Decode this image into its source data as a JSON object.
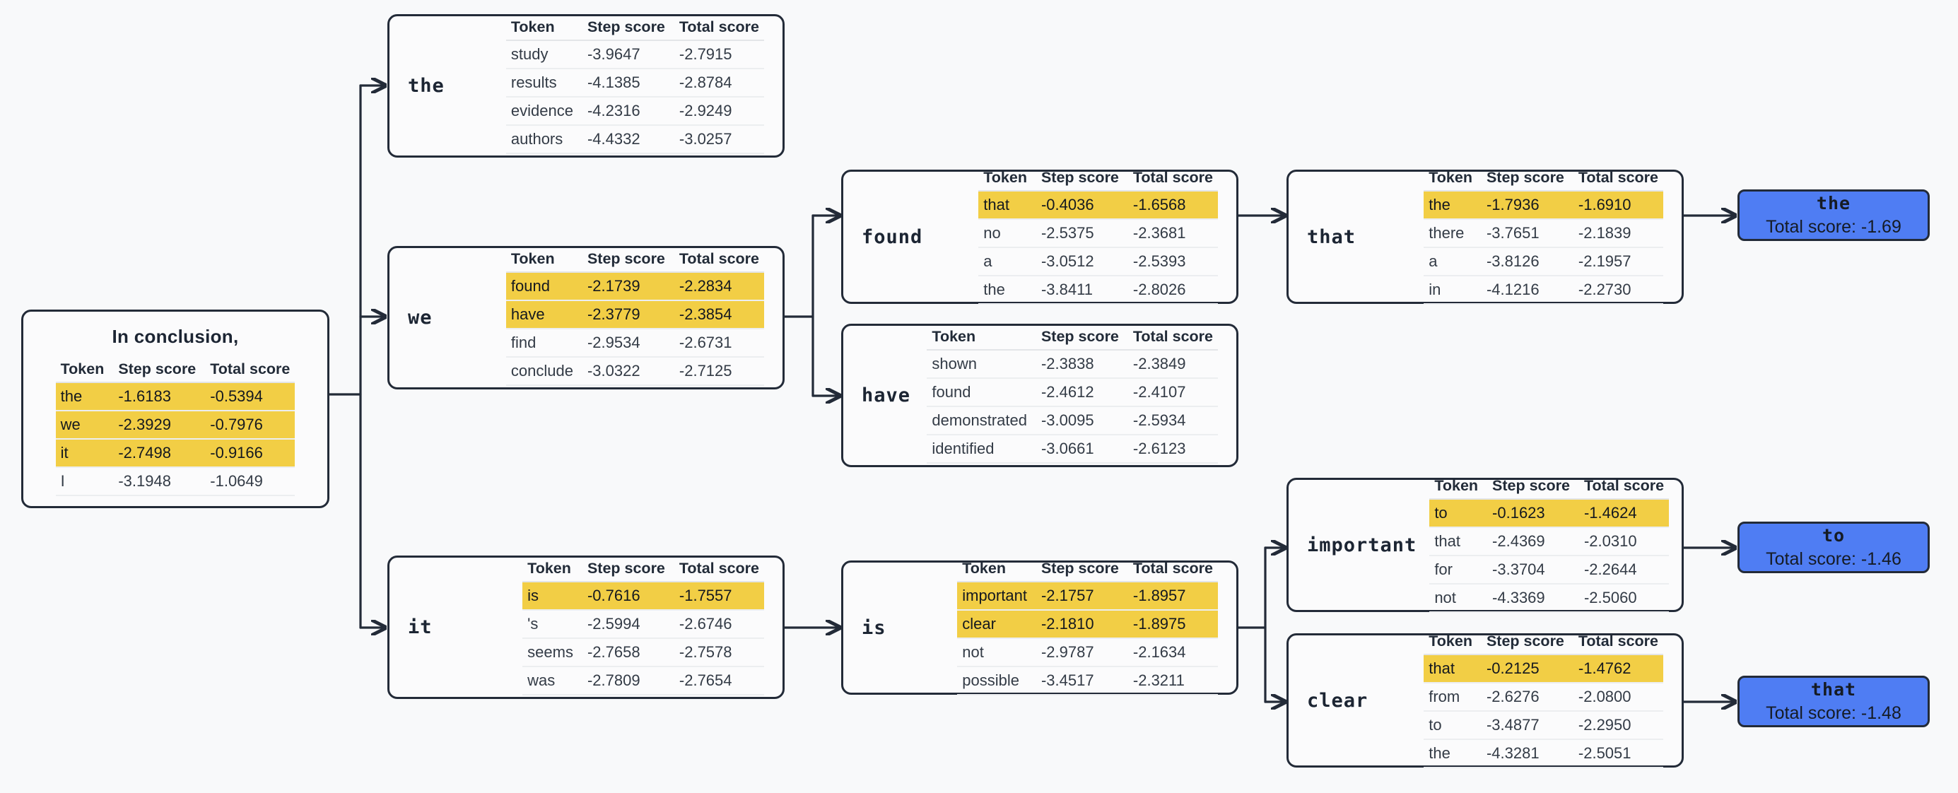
{
  "theme": {
    "background": "#f8f9fa",
    "node_bg": "#fbfbfc",
    "node_border": "#232b38",
    "highlight": "#f2ce45",
    "result_bg": "#4f7df3",
    "edge_color": "#232b38",
    "text": "#2b3440"
  },
  "columns": {
    "token": "Token",
    "step_score": "Step score",
    "total_score": "Total score"
  },
  "root": {
    "title": "In conclusion,",
    "rows": [
      {
        "token": "the",
        "step": "-1.6183",
        "total": "-0.5394",
        "highlight": true
      },
      {
        "token": "we",
        "step": "-2.3929",
        "total": "-0.7976",
        "highlight": true
      },
      {
        "token": "it",
        "step": "-2.7498",
        "total": "-0.9166",
        "highlight": true
      },
      {
        "token": "I",
        "step": "-3.1948",
        "total": "-1.0649",
        "highlight": false
      }
    ]
  },
  "nodes": [
    {
      "id": "the",
      "label": "the",
      "rows": [
        {
          "token": "study",
          "step": "-3.9647",
          "total": "-2.7915",
          "highlight": false
        },
        {
          "token": "results",
          "step": "-4.1385",
          "total": "-2.8784",
          "highlight": false
        },
        {
          "token": "evidence",
          "step": "-4.2316",
          "total": "-2.9249",
          "highlight": false
        },
        {
          "token": "authors",
          "step": "-4.4332",
          "total": "-3.0257",
          "highlight": false
        }
      ]
    },
    {
      "id": "we",
      "label": "we",
      "rows": [
        {
          "token": "found",
          "step": "-2.1739",
          "total": "-2.2834",
          "highlight": true
        },
        {
          "token": "have",
          "step": "-2.3779",
          "total": "-2.3854",
          "highlight": true
        },
        {
          "token": "find",
          "step": "-2.9534",
          "total": "-2.6731",
          "highlight": false
        },
        {
          "token": "conclude",
          "step": "-3.0322",
          "total": "-2.7125",
          "highlight": false
        }
      ]
    },
    {
      "id": "it",
      "label": "it",
      "rows": [
        {
          "token": "is",
          "step": "-0.7616",
          "total": "-1.7557",
          "highlight": true
        },
        {
          "token": "'s",
          "step": "-2.5994",
          "total": "-2.6746",
          "highlight": false
        },
        {
          "token": "seems",
          "step": "-2.7658",
          "total": "-2.7578",
          "highlight": false
        },
        {
          "token": "was",
          "step": "-2.7809",
          "total": "-2.7654",
          "highlight": false
        }
      ]
    },
    {
      "id": "found",
      "label": "found",
      "rows": [
        {
          "token": "that",
          "step": "-0.4036",
          "total": "-1.6568",
          "highlight": true
        },
        {
          "token": "no",
          "step": "-2.5375",
          "total": "-2.3681",
          "highlight": false
        },
        {
          "token": "a",
          "step": "-3.0512",
          "total": "-2.5393",
          "highlight": false
        },
        {
          "token": "the",
          "step": "-3.8411",
          "total": "-2.8026",
          "highlight": false
        }
      ]
    },
    {
      "id": "have",
      "label": "have",
      "rows": [
        {
          "token": "shown",
          "step": "-2.3838",
          "total": "-2.3849",
          "highlight": false
        },
        {
          "token": "found",
          "step": "-2.4612",
          "total": "-2.4107",
          "highlight": false
        },
        {
          "token": "demonstrated",
          "step": "-3.0095",
          "total": "-2.5934",
          "highlight": false
        },
        {
          "token": "identified",
          "step": "-3.0661",
          "total": "-2.6123",
          "highlight": false
        }
      ]
    },
    {
      "id": "is",
      "label": "is",
      "rows": [
        {
          "token": "important",
          "step": "-2.1757",
          "total": "-1.8957",
          "highlight": true
        },
        {
          "token": "clear",
          "step": "-2.1810",
          "total": "-1.8975",
          "highlight": true
        },
        {
          "token": "not",
          "step": "-2.9787",
          "total": "-2.1634",
          "highlight": false
        },
        {
          "token": "possible",
          "step": "-3.4517",
          "total": "-2.3211",
          "highlight": false
        }
      ]
    },
    {
      "id": "that",
      "label": "that",
      "rows": [
        {
          "token": "the",
          "step": "-1.7936",
          "total": "-1.6910",
          "highlight": true
        },
        {
          "token": "there",
          "step": "-3.7651",
          "total": "-2.1839",
          "highlight": false
        },
        {
          "token": "a",
          "step": "-3.8126",
          "total": "-2.1957",
          "highlight": false
        },
        {
          "token": "in",
          "step": "-4.1216",
          "total": "-2.2730",
          "highlight": false
        }
      ]
    },
    {
      "id": "important",
      "label": "important",
      "rows": [
        {
          "token": "to",
          "step": "-0.1623",
          "total": "-1.4624",
          "highlight": true
        },
        {
          "token": "that",
          "step": "-2.4369",
          "total": "-2.0310",
          "highlight": false
        },
        {
          "token": "for",
          "step": "-3.3704",
          "total": "-2.2644",
          "highlight": false
        },
        {
          "token": "not",
          "step": "-4.3369",
          "total": "-2.5060",
          "highlight": false
        }
      ]
    },
    {
      "id": "clear",
      "label": "clear",
      "rows": [
        {
          "token": "that",
          "step": "-0.2125",
          "total": "-1.4762",
          "highlight": true
        },
        {
          "token": "from",
          "step": "-2.6276",
          "total": "-2.0800",
          "highlight": false
        },
        {
          "token": "to",
          "step": "-3.4877",
          "total": "-2.2950",
          "highlight": false
        },
        {
          "token": "the",
          "step": "-4.3281",
          "total": "-2.5051",
          "highlight": false
        }
      ]
    }
  ],
  "results": [
    {
      "id": "result-the",
      "token": "the",
      "score_label": "Total score: -1.69"
    },
    {
      "id": "result-to",
      "token": "to",
      "score_label": "Total score: -1.46"
    },
    {
      "id": "result-that",
      "token": "that",
      "score_label": "Total score: -1.48"
    }
  ]
}
